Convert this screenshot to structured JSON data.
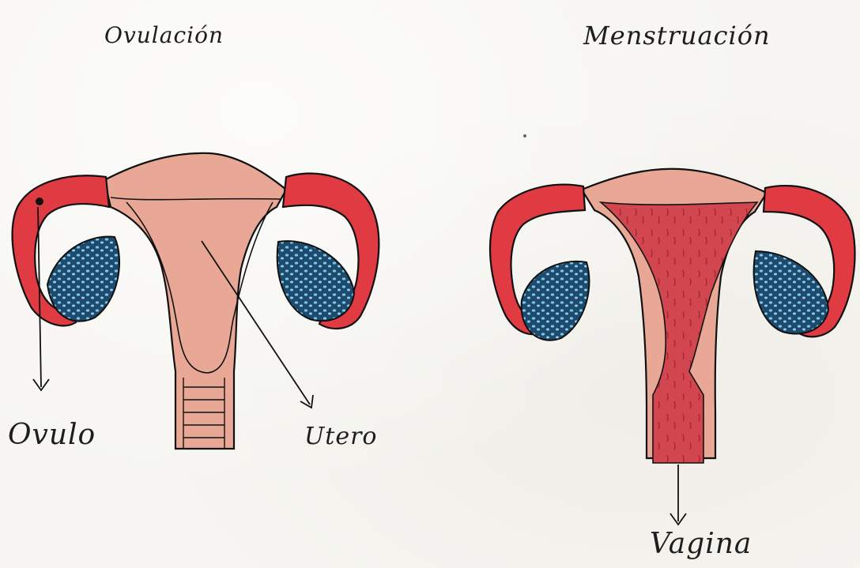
{
  "panels": {
    "left": {
      "title": "Ovulación",
      "labels": {
        "ovulo": "Ovulo",
        "utero": "Utero"
      }
    },
    "right": {
      "title": "Menstruación",
      "labels": {
        "vagina": "Vagina"
      }
    }
  },
  "colors": {
    "tube_red": "#e03a42",
    "uterus_pink": "#e9a896",
    "ovary_blue": "#1e4a6e",
    "ovary_speckle": "#7cc7e3",
    "endometrium_red": "#d2474f",
    "outline": "#111111"
  }
}
